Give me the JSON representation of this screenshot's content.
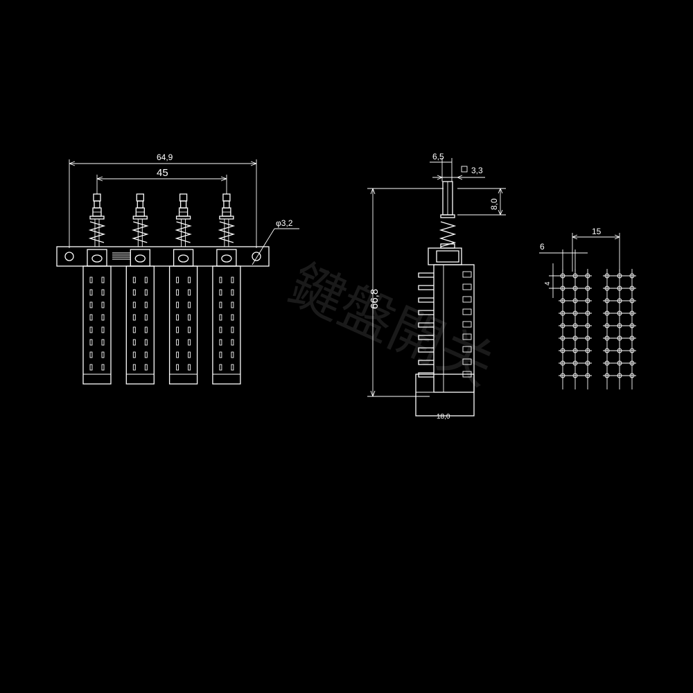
{
  "front_view": {
    "overall_width": "64,9",
    "pitch": "45",
    "hole_diameter": "φ3,2",
    "key_count": 4,
    "contact_rows": 8
  },
  "side_view": {
    "plunger_width": "6,5",
    "plunger_square": "3,3",
    "plunger_travel": "8,0",
    "height": "66,8",
    "base_width": "18,0",
    "terminal_count": 9
  },
  "footprint": {
    "pitch_label": "6",
    "row_pitch_label": "4",
    "group_spacing": "15",
    "hole_rows": 9
  },
  "watermark": {
    "text": "鍵盤開关"
  },
  "colors": {
    "background": "#000000",
    "line": "#ffffff",
    "watermark": "#1a1a1a"
  }
}
